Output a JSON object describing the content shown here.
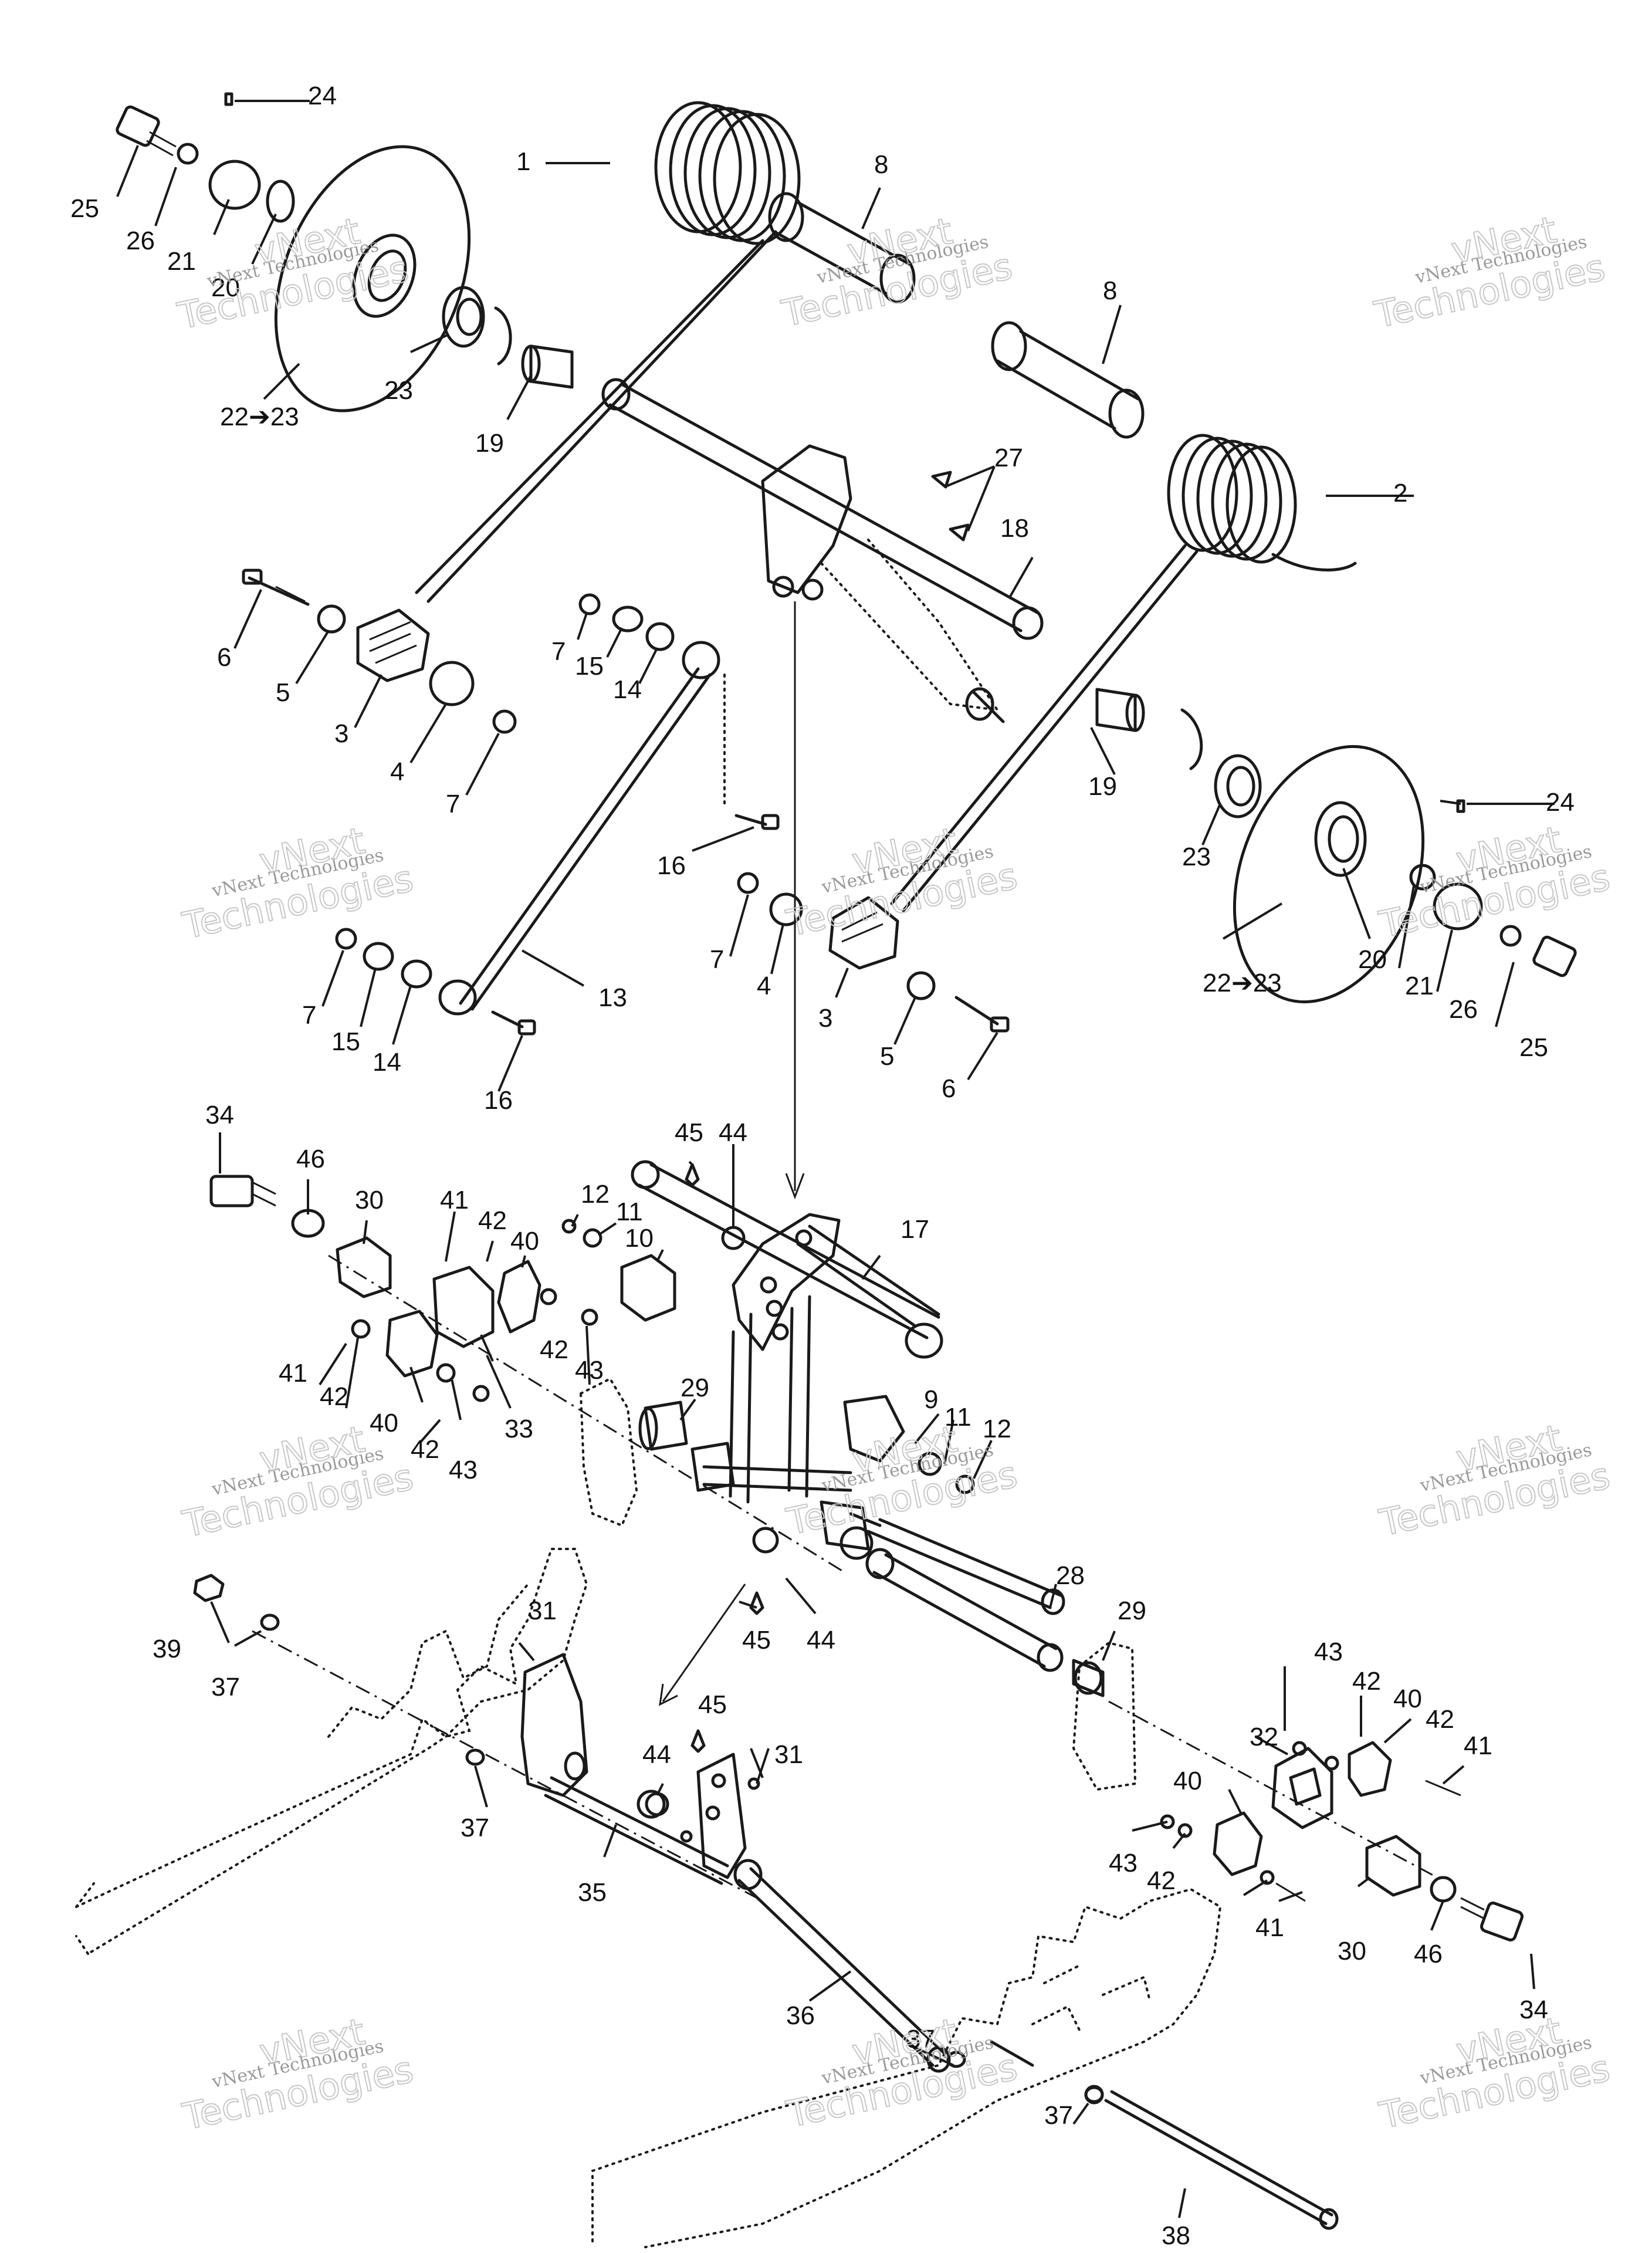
{
  "watermark": {
    "line1": "vNext Technologies",
    "line2": "vNext",
    "line3": "Technologies"
  },
  "callouts": {
    "c1": "1",
    "c2": "2",
    "c3a": "3",
    "c3b": "3",
    "c4a": "4",
    "c4b": "4",
    "c5a": "5",
    "c5b": "5",
    "c6a": "6",
    "c6b": "6",
    "c7a": "7",
    "c7b": "7",
    "c7c": "7",
    "c7d": "7",
    "c8a": "8",
    "c8b": "8",
    "c9": "9",
    "c10": "10",
    "c11a": "11",
    "c11b": "11",
    "c12a": "12",
    "c12b": "12",
    "c13": "13",
    "c14a": "14",
    "c14b": "14",
    "c15a": "15",
    "c15b": "15",
    "c16a": "16",
    "c16b": "16",
    "c17": "17",
    "c18": "18",
    "c19a": "19",
    "c19b": "19",
    "c20a": "20",
    "c20b": "20",
    "c21a": "21",
    "c21b": "21",
    "c22a": "22➔23",
    "c22b": "22➔23",
    "c23a": "23",
    "c23b": "23",
    "c24a": "24",
    "c24b": "24",
    "c25a": "25",
    "c25b": "25",
    "c26a": "26",
    "c26b": "26",
    "c27": "27",
    "c28": "28",
    "c29a": "29",
    "c29b": "29",
    "c30a": "30",
    "c30b": "30",
    "c31a": "31",
    "c31b": "31",
    "c32": "32",
    "c33": "33",
    "c34a": "34",
    "c34b": "34",
    "c35": "35",
    "c36": "36",
    "c37a": "37",
    "c37b": "37",
    "c37c": "37",
    "c37d": "37",
    "c38": "38",
    "c39": "39",
    "c40a": "40",
    "c40b": "40",
    "c40c": "40",
    "c40d": "40",
    "c41a": "41",
    "c41b": "41",
    "c41c": "41",
    "c41d": "41",
    "c42a": "42",
    "c42b": "42",
    "c42c": "42",
    "c42d": "42",
    "c42e": "42",
    "c42f": "42",
    "c42g": "42",
    "c43a": "43",
    "c43b": "43",
    "c43c": "43",
    "c43d": "43",
    "c44a": "44",
    "c44b": "44",
    "c44c": "44",
    "c45a": "45",
    "c45b": "45",
    "c45c": "45",
    "c46a": "46",
    "c46b": "46"
  }
}
